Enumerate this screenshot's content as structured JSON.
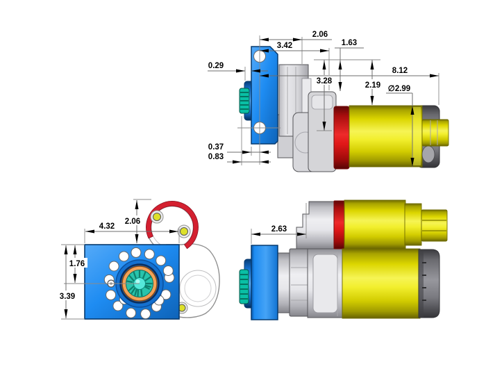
{
  "dims": {
    "top": {
      "d2_06": "2.06",
      "d3_42": "3.42",
      "d1_63": "1.63",
      "d0_29": "0.29",
      "d8_12": "8.12",
      "d3_28": "3.28",
      "d2_19": "2.19",
      "dia2_99": "∅2.99",
      "d0_37": "0.37",
      "d0_83": "0.83"
    },
    "front": {
      "d4_32": "4.32",
      "d2_06": "2.06",
      "d1_76": "1.76",
      "d3_39": "3.39"
    },
    "side": {
      "d2_63": "2.63"
    }
  },
  "colors": {
    "plate_blue": "#1E8CF2",
    "housing_gray": "#D9D9DC",
    "flange_red": "#D42030",
    "body_yellow": "#E8E200",
    "end_cap_gray": "#808084",
    "spline_teal": "#0ABFA5",
    "bushing_orange": "#F2A259",
    "gear_teal": "#28C4AC",
    "core_cyan": "#55E8DA",
    "screw_yellow": "#DDE02A",
    "outline_gray": "#8F8F8F",
    "dim_line_gray": "#6E6E6E",
    "dim_text_black": "#000000",
    "background_white": "#FFFFFF"
  }
}
